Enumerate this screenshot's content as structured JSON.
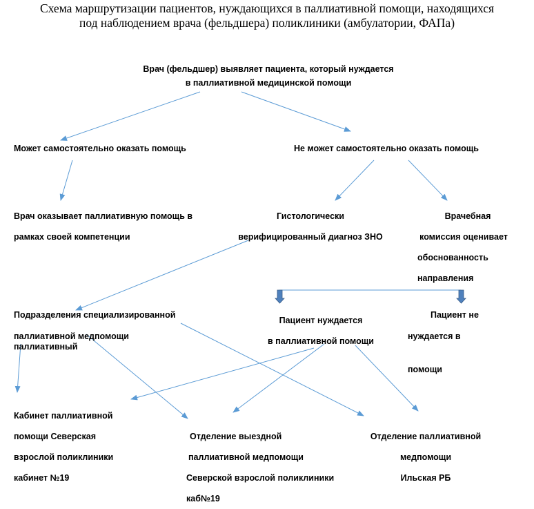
{
  "title": {
    "line1": "Схема маршрутизации пациентов, нуждающихся в паллиативной помощи, находящихся",
    "line2": "под наблюдением врача (фельдшера) поликлиники (амбулатории, ФАПа)"
  },
  "nodes": {
    "top": {
      "line1": "Врач (фельдшер) выявляет пациента, который нуждается",
      "line2": "в паллиативной медицинской помощи"
    },
    "can_help": "Может самостоятельно оказать помощь",
    "cannot_help": "Не может самостоятельно оказать помощь",
    "doctor_provides": {
      "line1": "Врач оказывает паллиативную помощь в",
      "line2": "рамках своей компетенции"
    },
    "histology": {
      "line1": "Гистологически",
      "line2": "верифицированный диагноз ЗНО"
    },
    "commission": {
      "line1": "Врачебная",
      "line2": "комиссия оценивает",
      "line3": "обоснованность",
      "line4": "направления"
    },
    "specialized": {
      "line1": "Подразделения специализированной",
      "line2": "паллиативной медпомощи",
      "line3": "паллиативный"
    },
    "needs": {
      "line1": "Пациент нуждается",
      "line2": "в паллиативной помощи"
    },
    "not_needs": {
      "line1": "Пациент не",
      "line2": "нуждается в",
      "line3": "помощи"
    },
    "cabinet": {
      "line1": "Кабинет паллиативной",
      "line2": "помощи Северская",
      "line3": "взрослой поликлиники",
      "line4": "кабинет №19"
    },
    "outreach": {
      "line1": "Отделение выездной",
      "line2": "паллиативной медпомощи",
      "line3": "Северской взрослой поликлиники",
      "line4": "каб№19"
    },
    "palliative_dept": {
      "line1": "Отделение паллиативной",
      "line2": "медпомощи",
      "line3": "Ильская РБ"
    }
  },
  "colors": {
    "arrow": "#5B9BD5",
    "block_arrow": "#4F81BD",
    "block_arrow_border": "#385D8A"
  }
}
